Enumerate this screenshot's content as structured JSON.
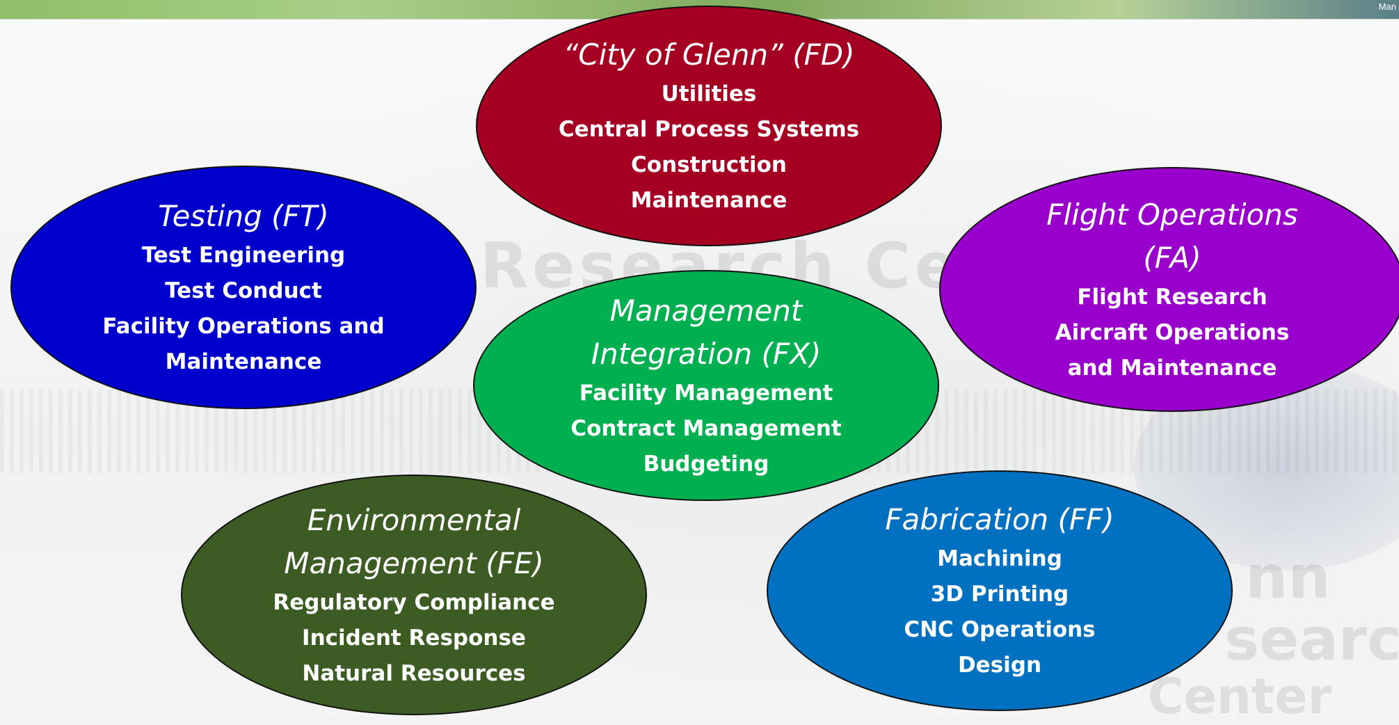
{
  "header": {
    "corner_text": "Man"
  },
  "watermark": {
    "research": "Research Cent",
    "glenn": "nn",
    "research2": "search",
    "center": "Center"
  },
  "colors": {
    "fd": "#A50021",
    "ft": "#0000CC",
    "fa": "#9900CC",
    "fx": "#00B050",
    "fe": "#3D5C23",
    "ff": "#0070C0"
  },
  "ellipses": {
    "fd": {
      "title": "“City of Glenn” (FD)",
      "items": [
        "Utilities",
        "Central Process Systems",
        "Construction",
        "Maintenance"
      ]
    },
    "ft": {
      "title": "Testing (FT)",
      "items": [
        "Test Engineering",
        "Test Conduct",
        "Facility Operations and",
        "Maintenance"
      ]
    },
    "fa": {
      "title_line1": "Flight Operations",
      "title_line2": "(FA)",
      "items": [
        "Flight Research",
        "Aircraft Operations",
        "and Maintenance"
      ]
    },
    "fx": {
      "title_line1": "Management",
      "title_line2": "Integration (FX)",
      "items": [
        "Facility Management",
        "Contract Management",
        "Budgeting"
      ]
    },
    "fe": {
      "title_line1": "Environmental",
      "title_line2": "Management (FE)",
      "items": [
        "Regulatory Compliance",
        "Incident Response",
        "Natural Resources"
      ]
    },
    "ff": {
      "title": "Fabrication (FF)",
      "items": [
        "Machining",
        "3D Printing",
        "CNC Operations",
        "Design"
      ]
    }
  }
}
